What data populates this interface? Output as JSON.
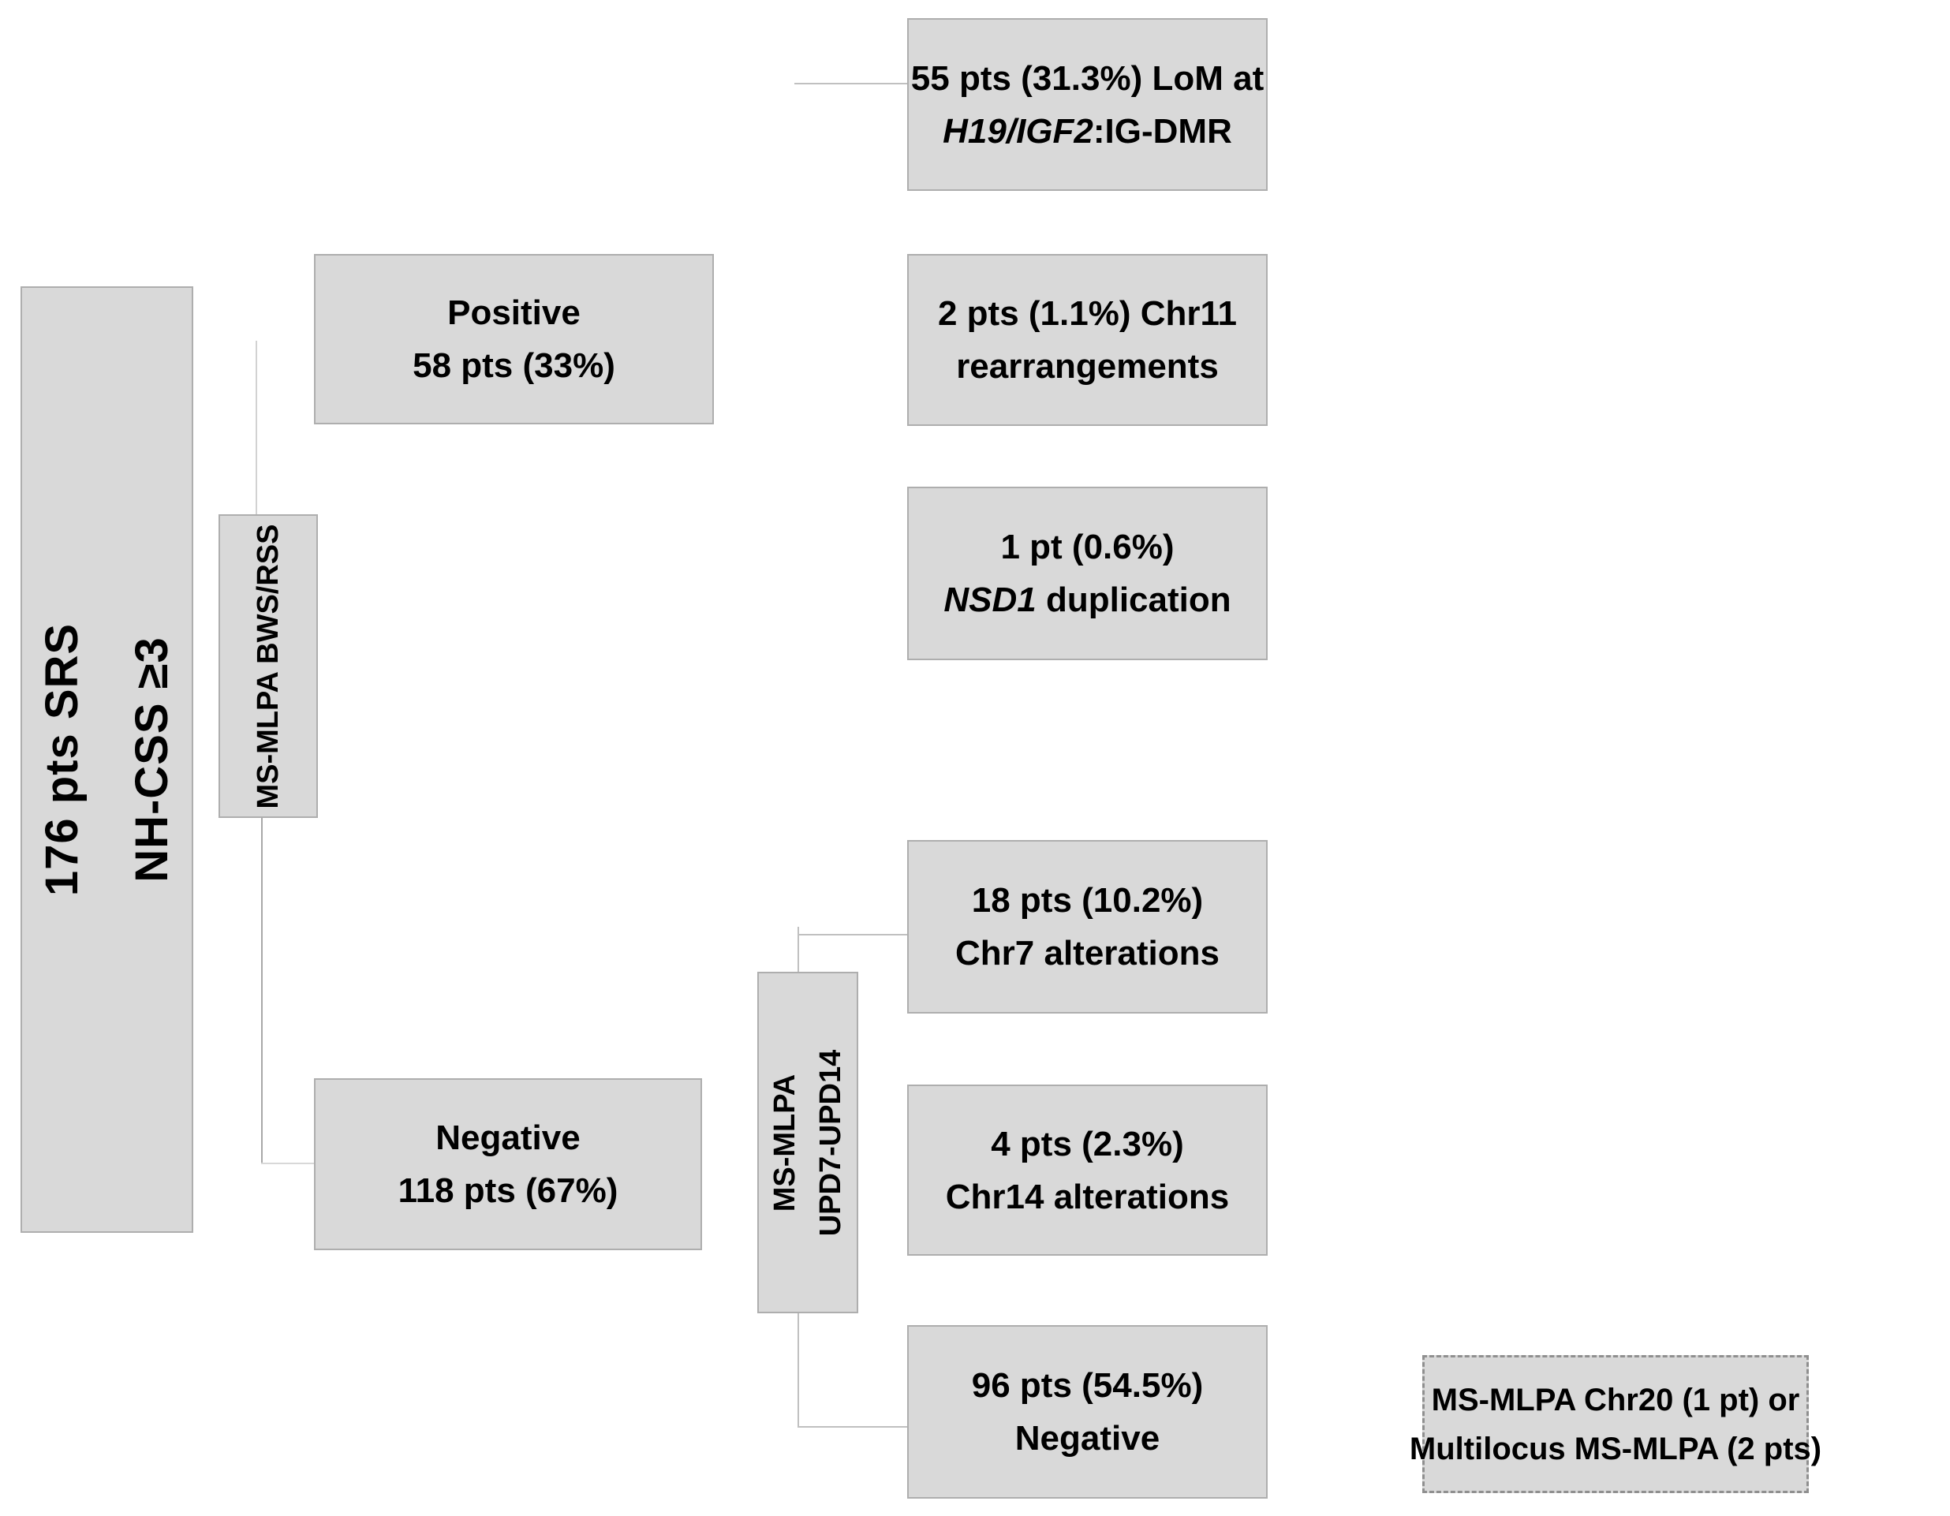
{
  "flowchart": {
    "root": {
      "line1": "176 pts SRS",
      "line2": "NH-CSS ≥3"
    },
    "bws_label": {
      "text": "MS-MLPA BWS/RSS"
    },
    "positive": {
      "line1": "Positive",
      "line2": "58 pts (33%)"
    },
    "negative": {
      "line1": "Negative",
      "line2": "118 pts (67%)"
    },
    "upd_label": {
      "line1": "MS-MLPA",
      "line2": "UPD7-UPD14"
    },
    "lom": {
      "line1": "55 pts (31.3%) LoM at",
      "line2_italic": "H19/IGF2",
      "line2_rest": ":IG-DMR"
    },
    "chr11": {
      "line1": "2 pts (1.1%) Chr11",
      "line2": "rearrangements"
    },
    "nsd1": {
      "line1": "1 pt (0.6%)",
      "line2_italic": "NSD1",
      "line2_rest": " duplication"
    },
    "chr7": {
      "line1": "18 pts (10.2%)",
      "line2": "Chr7 alterations"
    },
    "chr14": {
      "line1": "4 pts (2.3%)",
      "line2": "Chr14 alterations"
    },
    "neg96": {
      "line1": "96 pts (54.5%)",
      "line2": "Negative"
    },
    "note": {
      "line1": "MS-MLPA Chr20 (1 pt) or",
      "line2": "Multilocus MS-MLPA (2 pts)"
    }
  },
  "colors": {
    "background": "#ffffff",
    "box_fill": "#d9d9d9",
    "box_border": "#aeaeae",
    "note_border_dashed": "#8f8f8f",
    "connector": "#c0c0c0",
    "text": "#000000"
  }
}
